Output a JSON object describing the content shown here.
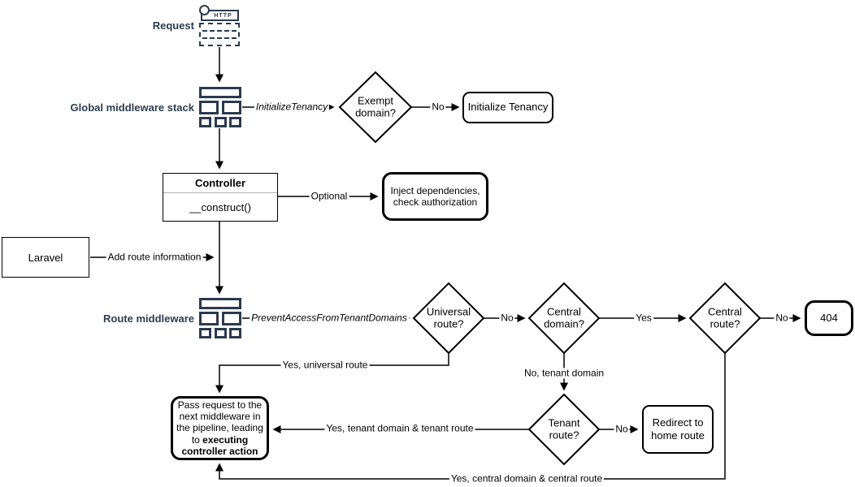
{
  "colors": {
    "accent_navy": "#2b3a50",
    "line_black": "#000000",
    "background": "#ffffff"
  },
  "nodes": {
    "request": {
      "label": "Request",
      "icon_text": "HTTP"
    },
    "global_middleware": {
      "label": "Global middleware stack"
    },
    "exempt_domain": {
      "label": "Exempt domain?"
    },
    "initialize_tenancy": {
      "label": "Initialize Tenancy"
    },
    "controller": {
      "title": "Controller",
      "method": "__construct()"
    },
    "inject": {
      "label": "Inject dependencies, check authorization"
    },
    "laravel": {
      "label": "Laravel"
    },
    "route_middleware": {
      "label": "Route middleware"
    },
    "universal_route": {
      "label": "Universal route?"
    },
    "central_domain": {
      "label": "Central domain?"
    },
    "central_route": {
      "label": "Central route?"
    },
    "not_found": {
      "label": "404"
    },
    "tenant_route": {
      "label": "Tenant route?"
    },
    "redirect_home": {
      "label": "Redirect to home route"
    },
    "pass_request": {
      "text": "Pass request to the next middleware in the pipeline, leading to ",
      "text_bold": "executing controller action"
    }
  },
  "edges": {
    "initialize_tenancy_mw": "InitializeTenancy",
    "exempt_no": "No",
    "optional": "Optional",
    "add_route_information": "Add route information",
    "prevent_access": "PreventAccessFromTenantDomains",
    "universal_no": "No",
    "central_domain_yes": "Yes",
    "central_route_no": "No",
    "tenant_no": "No",
    "yes_universal_route": "Yes, universal route",
    "no_tenant_domain": "No, tenant domain",
    "yes_tenant_domain_route": "Yes, tenant domain & tenant route",
    "yes_central_domain_route": "Yes, central domain & central route"
  }
}
